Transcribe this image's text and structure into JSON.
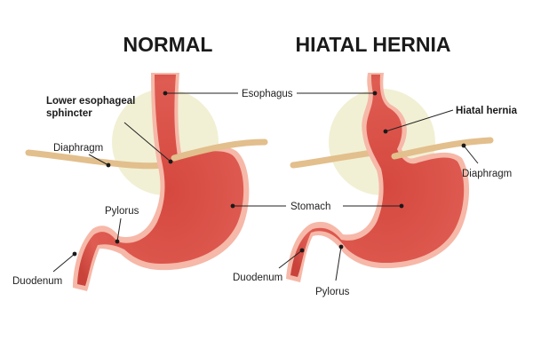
{
  "titles": {
    "normal": "NORMAL",
    "hernia": "HIATAL HERNIA"
  },
  "labels": {
    "esophagus": "Esophagus",
    "les_line1": "Lower esophageal",
    "les_line2": "sphincter",
    "diaphragm_left": "Diaphragm",
    "pylorus_left": "Pylorus",
    "duodenum_left": "Duodenum",
    "stomach": "Stomach",
    "hiatal_hernia": "Hiatal hernia",
    "diaphragm_right": "Diaphragm",
    "duodenum_right": "Duodenum",
    "pylorus_right": "Pylorus"
  },
  "colors": {
    "background": "#ffffff",
    "stomach_outer": "#e8746a",
    "stomach_inner": "#d9534a",
    "stomach_rim": "#f6b8a8",
    "diaphragm": "#e2bf8c",
    "halo": "#f1f0d4",
    "text": "#1a1a1a"
  }
}
